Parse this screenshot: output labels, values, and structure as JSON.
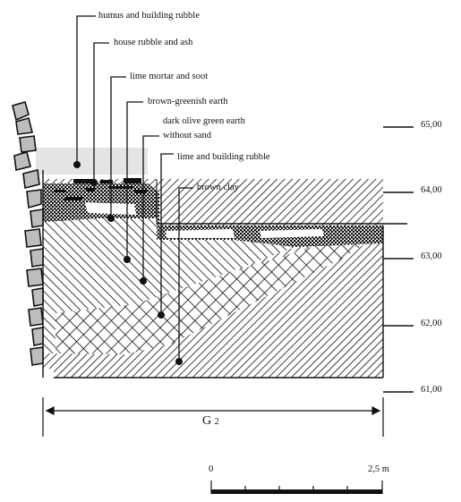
{
  "labels": {
    "humus": "humus and building rubble",
    "house_rubble": "house rubble and ash",
    "lime_mortar": "lime mortar and soot",
    "brown_greenish": "brown-greenish earth",
    "dark_olive_1": "dark olive green earth",
    "dark_olive_2": "without sand",
    "lime_building": "lime and building rubble",
    "brown_clay": "brown clay"
  },
  "elevations": [
    "65,00",
    "64,00",
    "63,00",
    "62,00",
    "61,00"
  ],
  "section_name": "G",
  "section_sub": "2",
  "scale": {
    "start": "0",
    "end": "2,5 m"
  }
}
